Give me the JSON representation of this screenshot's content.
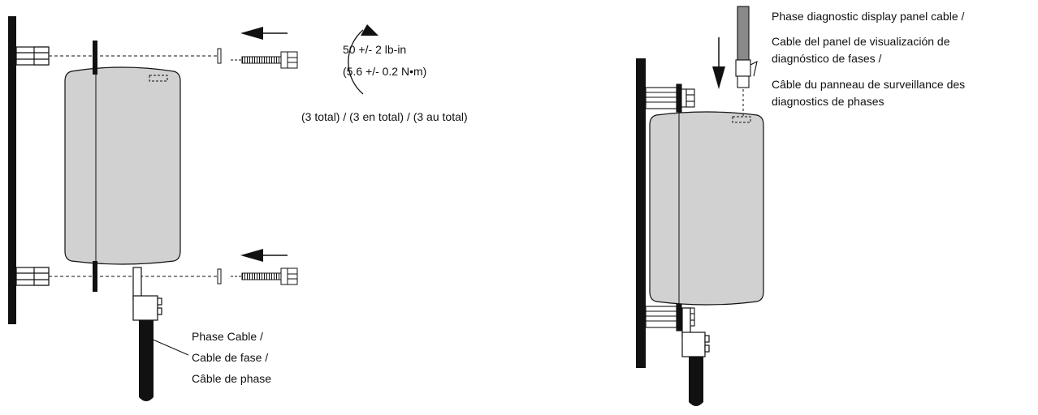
{
  "left_figure": {
    "torque": {
      "line1": "50 +/- 2 lb-in",
      "line2": "(5.6 +/- 0.2 N•m)"
    },
    "total": "(3 total) / (3 en total) / (3 au total)",
    "phase_cable": {
      "line1": "Phase Cable /",
      "line2": "Cable de fase /",
      "line3": "Câble de phase"
    }
  },
  "right_figure": {
    "display_cable": {
      "line1": "Phase diagnostic display panel cable /",
      "line2": "Cable del panel de visualización de",
      "line3": "diagnóstico de fases /",
      "line4": "Câble du panneau de surveillance des",
      "line5": "diagnostics de phases"
    }
  },
  "colors": {
    "module_fill": "#d1d1d1",
    "panel_fill": "#111111",
    "line": "#111111"
  }
}
